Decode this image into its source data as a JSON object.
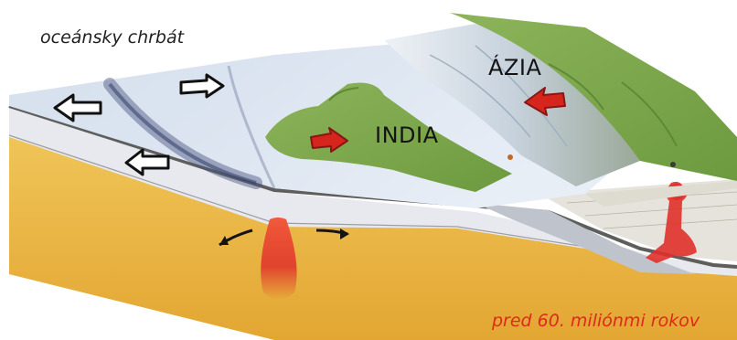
{
  "labels": {
    "ridge": "oceánsky chrbát",
    "india": "INDIA",
    "asia": "ÁZIA",
    "time": "pred 60. miliónmi rokov"
  },
  "colors": {
    "ocean": "#c9d5e6",
    "ridge_trench": "#47537d",
    "land_green": "#7ea24a",
    "mountain_snow": "#eef1f4",
    "crust_layer": "#5e5e5c",
    "mantle_pale": "#e8e9ee",
    "asthenosphere": "#e7b23e",
    "magma": "#e03028",
    "motion_arrow": "#d5251d",
    "caption": "#dd2a1b"
  },
  "icons": [
    "outline-arrow-icon",
    "red-arrow-icon",
    "curved-flow-arrow-icon"
  ]
}
